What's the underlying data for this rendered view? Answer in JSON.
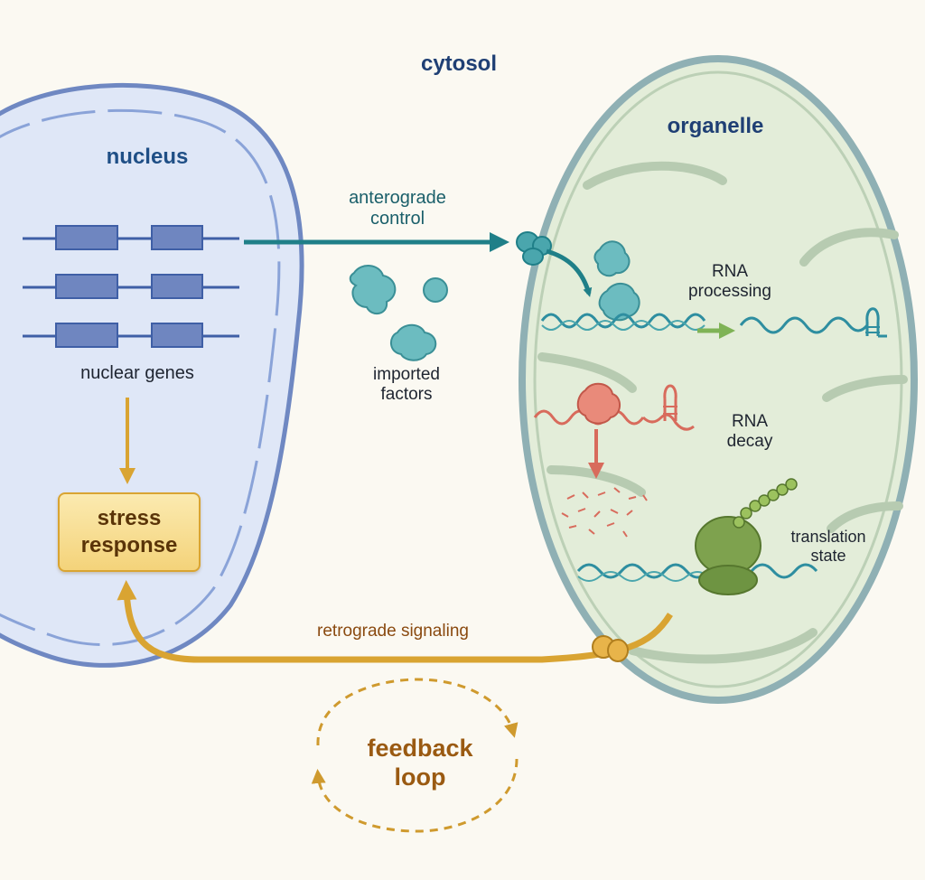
{
  "labels": {
    "cytosol": "cytosol",
    "nucleus": "nucleus",
    "organelle": "organelle",
    "nuclear_genes": "nuclear genes",
    "anterograde_line1": "anterograde",
    "anterograde_line2": "control",
    "imported_line1": "imported",
    "imported_line2": "factors",
    "rna_processing_line1": "RNA",
    "rna_processing_line2": "processing",
    "rna_decay_line1": "RNA",
    "rna_decay_line2": "decay",
    "translation_line1": "translation",
    "translation_line2": "state",
    "stress_response": "stress\nresponse",
    "retrograde_signaling": "retrograde signaling",
    "feedback_line1": "feedback",
    "feedback_line2": "loop"
  },
  "colors": {
    "nucleus_fill": "#dfe7f7",
    "nucleus_envelope": "#7e97cf",
    "organelle_fill": "#e3edd9",
    "organelle_membrane": "#8fb0b4",
    "anterograde": "#1f7f88",
    "retrograde": "#d9a432",
    "decay": "#d86b5c",
    "ribosome": "#7ea24e",
    "processing_arrow": "#7fb356"
  }
}
